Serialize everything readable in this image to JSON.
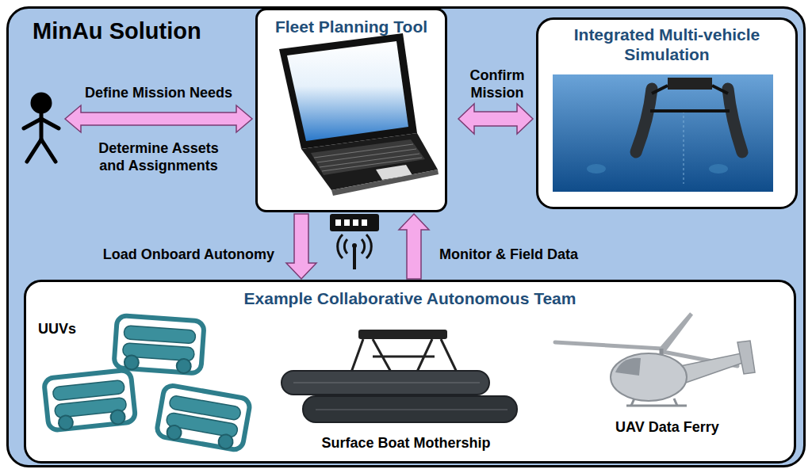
{
  "diagram": {
    "nodes": [
      {
        "text": [
          "MinAu Solution"
        ]
      },
      {
        "text": [
          "Fleet Planning Tool"
        ],
        "in": 0
      },
      {
        "text": [
          "Integrated Multi-vehicle Simulation"
        ],
        "in": 0
      },
      {
        "text": [
          "Example Collaborative Autonomous Team"
        ],
        "in": 0
      }
    ],
    "edges": [
      {
        "from": 1,
        "to": 2,
        "arrow": "both",
        "label": "Confirm Mission"
      },
      {
        "from": 1,
        "to": 3,
        "arrow": "to",
        "label": "Load Onboard Autonomy"
      },
      {
        "from": 3,
        "to": 1,
        "arrow": "to",
        "label": "Monitor & Field Data"
      }
    ],
    "labels": [
      "Define Mission Needs",
      "Determine Assets and Assignments",
      "UUVs",
      "Surface Boat Mothership",
      "UAV Data Ferry"
    ]
  }
}
